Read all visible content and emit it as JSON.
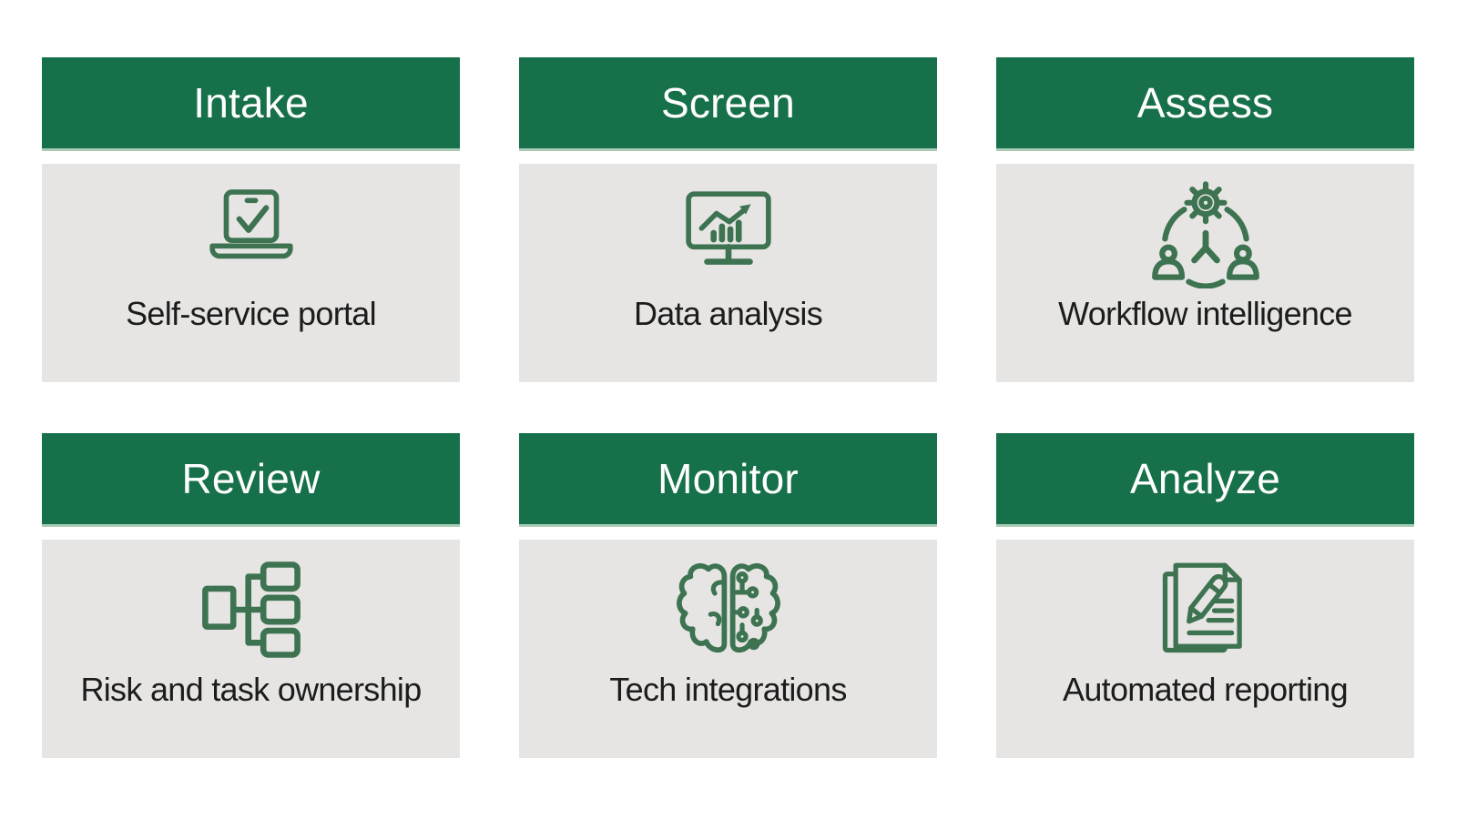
{
  "colors": {
    "background": "#FFFFFF",
    "header_background": "#16704A",
    "header_bottom_edge": "#A8CAB6",
    "header_text": "#FFFFFF",
    "panel_background": "#E6E5E3",
    "icon_stroke": "#3D7351",
    "label_text": "#1C1C1C"
  },
  "cards": [
    {
      "title": "Intake",
      "label": "Self-service portal",
      "icon": "laptop-check-icon"
    },
    {
      "title": "Screen",
      "label": "Data analysis",
      "icon": "monitor-chart-icon"
    },
    {
      "title": "Assess",
      "label": "Workflow intelligence",
      "icon": "gear-people-network-icon"
    },
    {
      "title": "Review",
      "label": "Risk and task ownership",
      "icon": "hierarchy-flowchart-icon"
    },
    {
      "title": "Monitor",
      "label": "Tech integrations",
      "icon": "ai-brain-circuit-icon"
    },
    {
      "title": "Analyze",
      "label": "Automated reporting",
      "icon": "documents-pencil-icon"
    }
  ]
}
